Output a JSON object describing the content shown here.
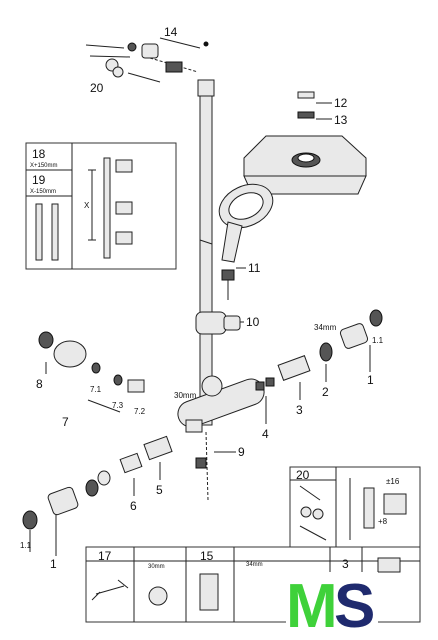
{
  "callouts": {
    "c1": "1",
    "c1_1_top": "1.1",
    "c2": "2",
    "c3": "3",
    "c4": "4",
    "c5": "5",
    "c6": "6",
    "c7": "7",
    "c7_1": "7.1",
    "c7_2": "7.2",
    "c7_3": "7.3",
    "c8": "8",
    "c9": "9",
    "c10": "10",
    "c11": "11",
    "c12": "12",
    "c13": "13",
    "c14": "14",
    "c20": "20",
    "c1_bottom": "1",
    "c1_1_bottom": "1.1",
    "dim_34mm": "34mm",
    "dim_30mm": "30mm"
  },
  "inset_rail": {
    "n18": "18",
    "x_plus": "X+150mm",
    "n19": "19",
    "x_minus": "X-150mm",
    "x_label": "X"
  },
  "inset_20": {
    "n20": "20",
    "plus16": "±16",
    "plus8": "+8"
  },
  "tools": {
    "n17": "17",
    "n15": "15",
    "n3": "3",
    "t30mm": "30mm",
    "t34mm": "34mm"
  },
  "logo": {
    "m": "M",
    "s": "S",
    "colors": {
      "m": "#3fd13a",
      "s": "#1f2a6e"
    }
  }
}
